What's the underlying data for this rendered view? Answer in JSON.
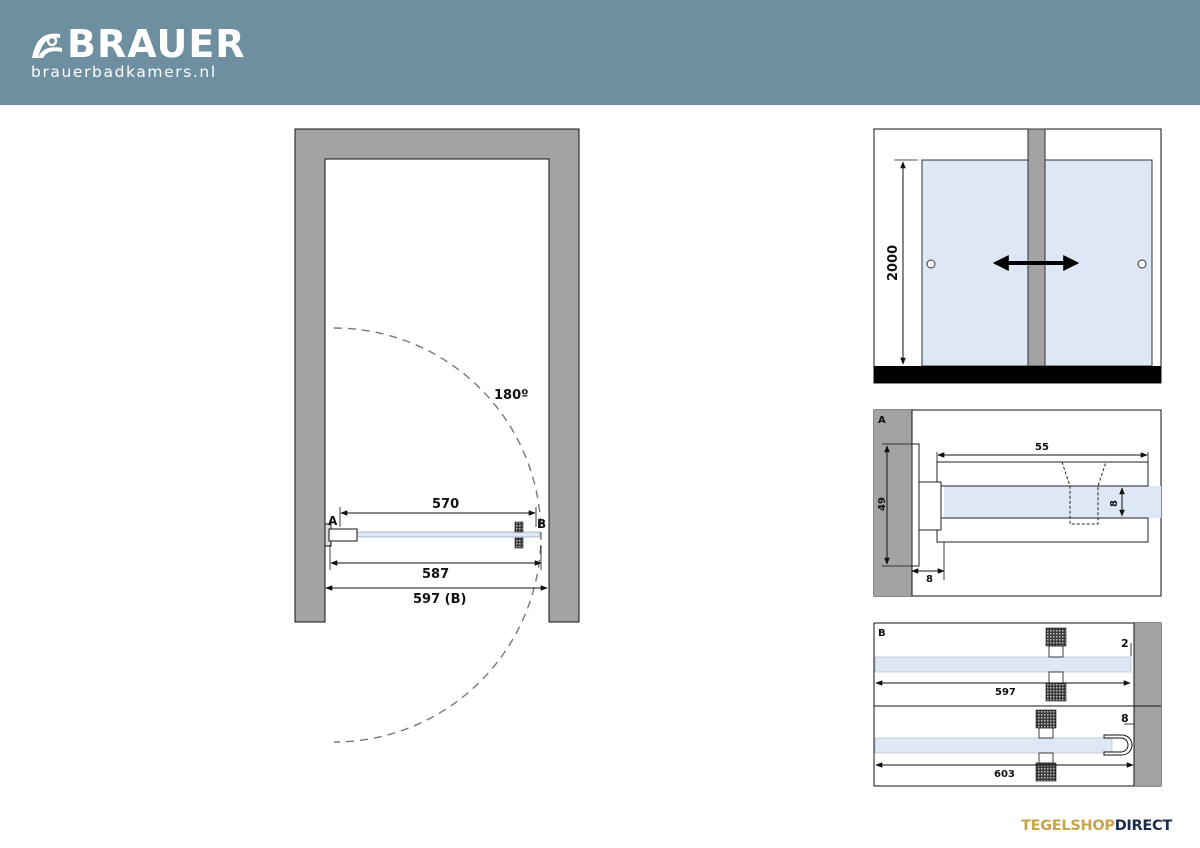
{
  "header": {
    "brand_name": "BRAUER",
    "website": "brauerbadkamers.nl",
    "background_color": "#6e8fa0",
    "logo_icon": "brauer-logo-icon"
  },
  "plan_view": {
    "swing_angle": "180º",
    "label_a": "A",
    "label_b": "B",
    "dim_glass": "570",
    "dim_inner": "587",
    "dim_total": "597 (B)"
  },
  "elevation_view": {
    "height": "2000"
  },
  "detail_a": {
    "tag": "A",
    "dim_height": "49",
    "dim_length": "55",
    "dim_glass": "8",
    "dim_gap": "8"
  },
  "detail_b": {
    "tag": "B",
    "top_gap": "2",
    "top_width": "597",
    "bottom_profile": "8",
    "bottom_width": "603"
  },
  "footer": {
    "brand_part1": "TEGELSHOP",
    "brand_part2": "DIRECT",
    "color_part1": "#c9a44c",
    "color_part2": "#1d2b4f"
  },
  "colors": {
    "wall": "#a3a3a3",
    "glass": "#dde7f5",
    "floor": "#000000"
  }
}
